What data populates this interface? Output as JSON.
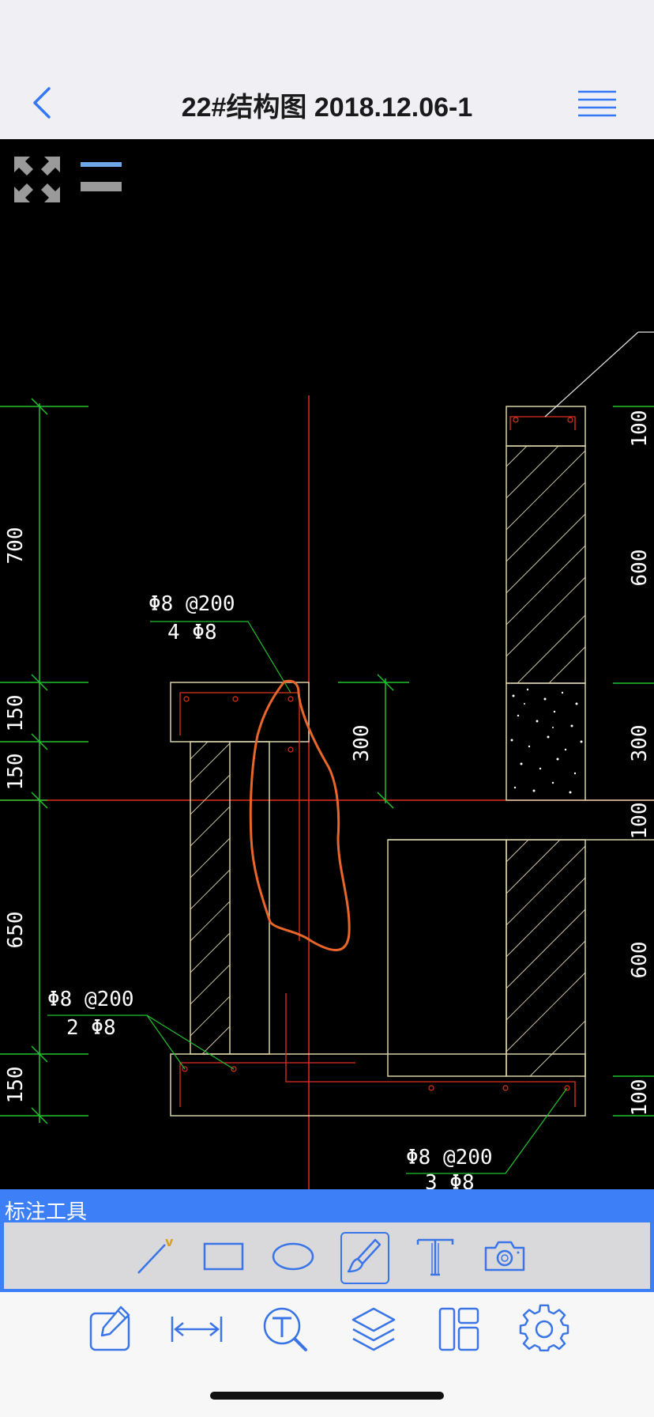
{
  "header": {
    "title": "22#结构图 2018.12.06-1"
  },
  "annotation": {
    "label": "标注工具"
  },
  "drawing": {
    "dims_left": [
      "700",
      "150",
      "150",
      "650",
      "150"
    ],
    "dims_right": [
      "100",
      "600",
      "300",
      "100",
      "600",
      "100"
    ],
    "dim_mid": "300",
    "notes": [
      {
        "line1": "Φ8 @200",
        "line2": "4 Φ8"
      },
      {
        "line1": "Φ8 @200",
        "line2": "2 Φ8"
      },
      {
        "line1": "Φ8 @200",
        "line2": "3 Φ8"
      }
    ]
  },
  "tools": {
    "annotation": [
      "line-tool",
      "rectangle-tool",
      "ellipse-tool",
      "brush-tool",
      "text-tool",
      "camera-tool"
    ],
    "bottom": [
      "edit-tool",
      "measure-tool",
      "text-search-tool",
      "layers-tool",
      "layout-tool",
      "settings-tool"
    ]
  },
  "colors": {
    "accent": "#3d7ff6",
    "grid_green": "#22c22e",
    "red": "#e0301c",
    "sketch": "#e8662a",
    "wall": "#d8d0a8"
  }
}
